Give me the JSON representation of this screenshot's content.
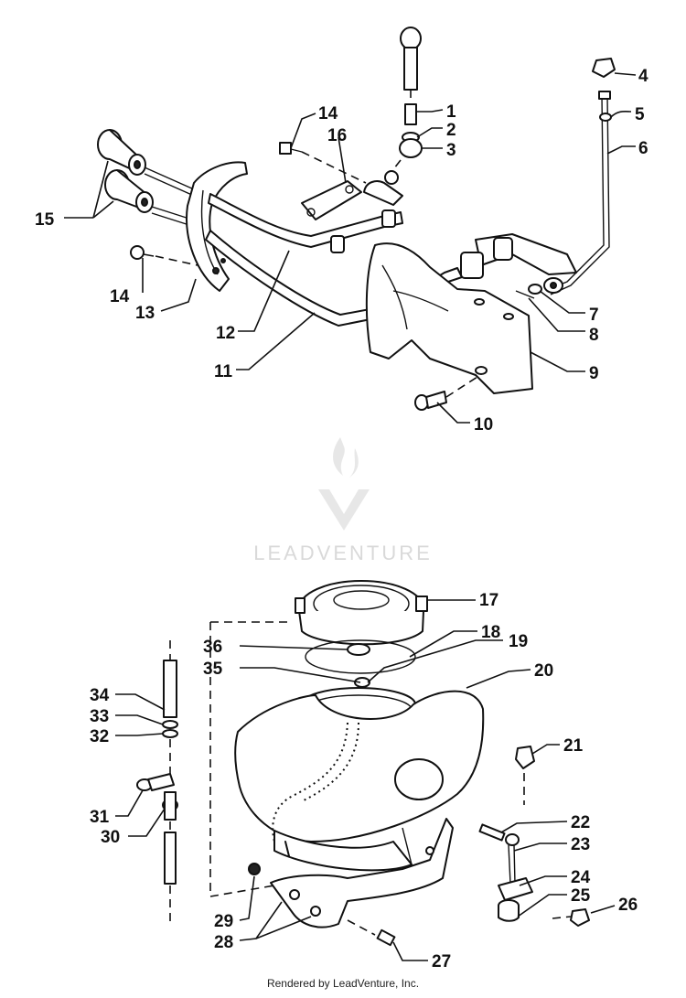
{
  "watermark": {
    "text": "LEADVENTURE"
  },
  "footer": {
    "text": "Rendered by LeadVenture, Inc."
  },
  "callouts": {
    "c1": "1",
    "c2": "2",
    "c3": "3",
    "c4": "4",
    "c5": "5",
    "c6": "6",
    "c7": "7",
    "c8": "8",
    "c9": "9",
    "c10": "10",
    "c11": "11",
    "c12": "12",
    "c13": "13",
    "c14a": "14",
    "c14b": "14",
    "c15": "15",
    "c16": "16",
    "c17": "17",
    "c18": "18",
    "c19": "19",
    "c20": "20",
    "c21": "21",
    "c22": "22",
    "c23": "23",
    "c24": "24",
    "c25": "25",
    "c26": "26",
    "c27": "27",
    "c28": "28",
    "c29": "29",
    "c30": "30",
    "c31": "31",
    "c32": "32",
    "c33": "33",
    "c34": "34",
    "c35": "35",
    "c36": "36"
  }
}
